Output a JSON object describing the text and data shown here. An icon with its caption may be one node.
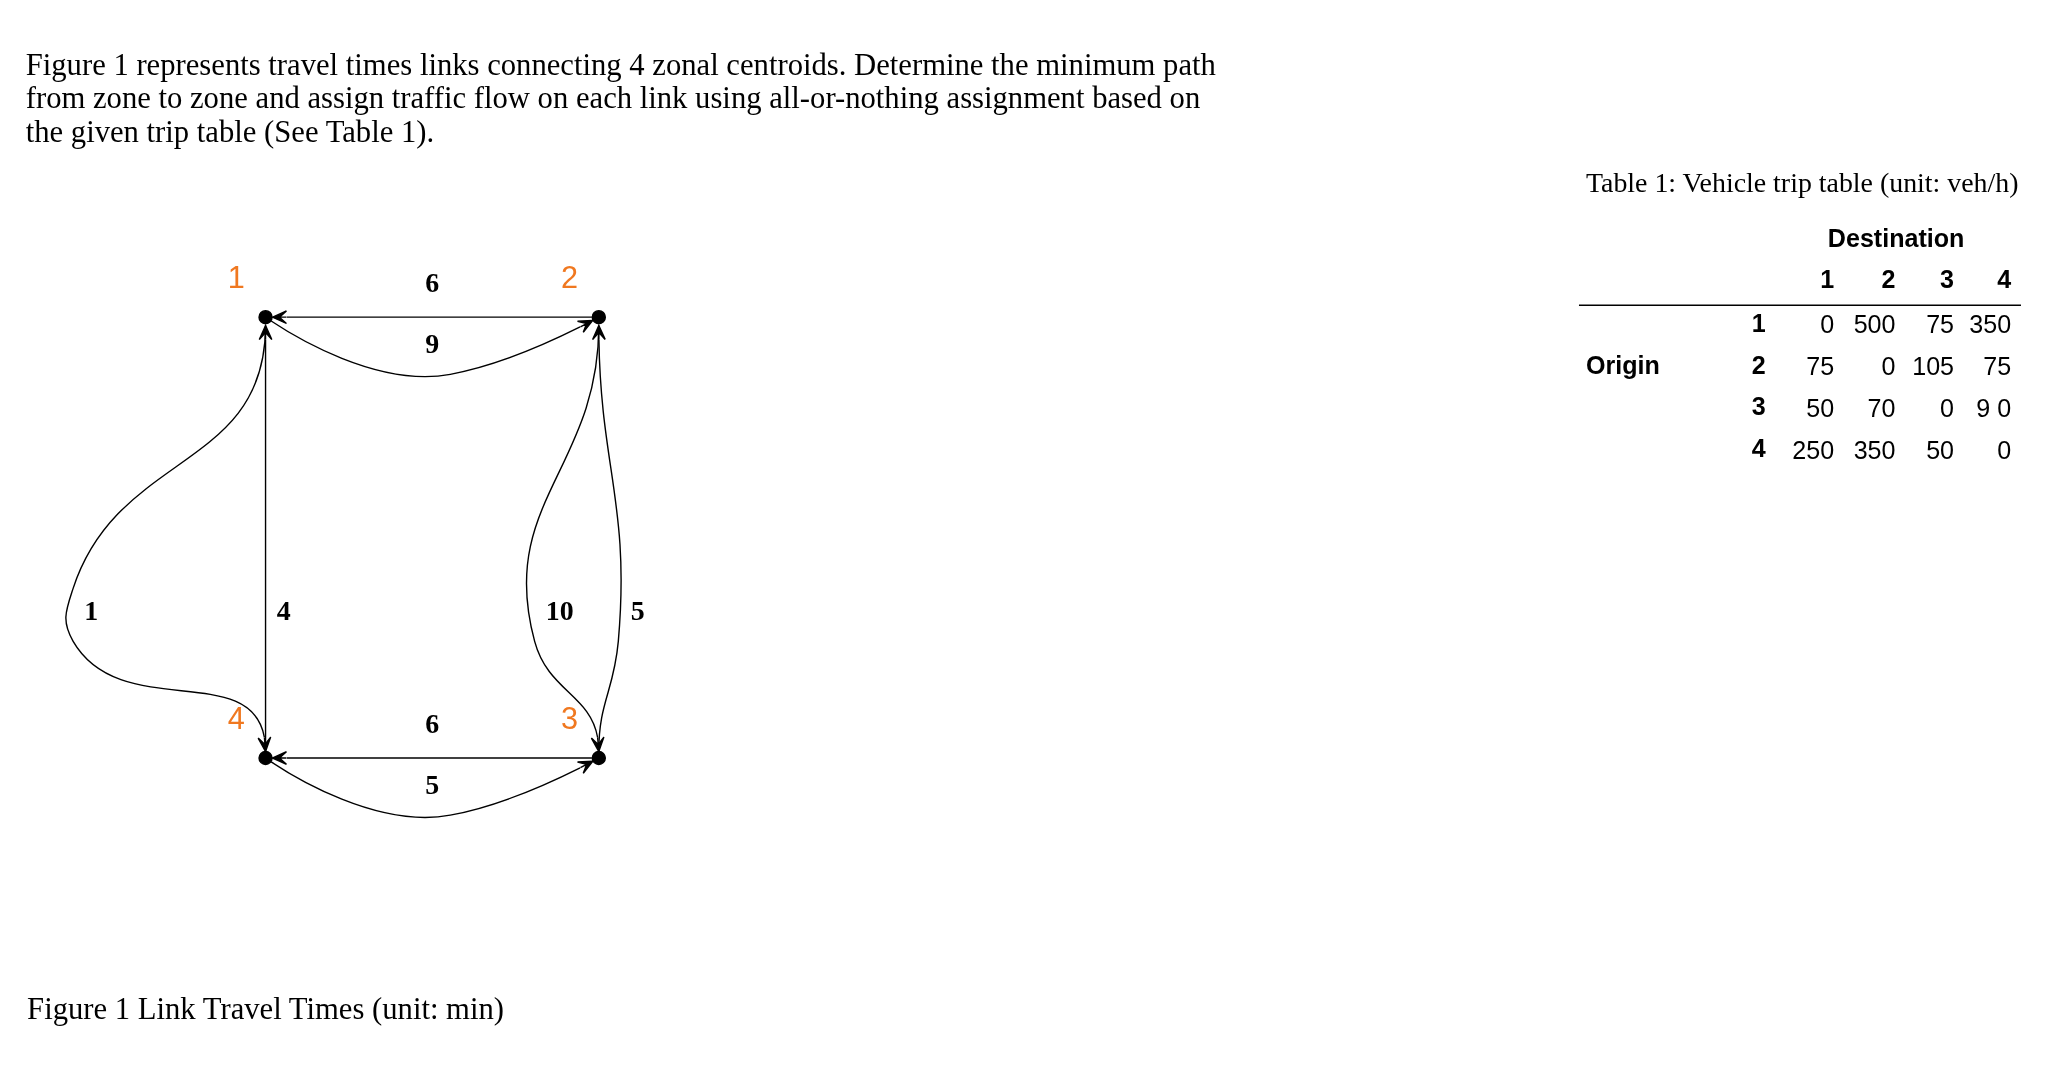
{
  "diagram": {
    "title": "Figure 1 represents travel times links connecting 4 zonal centroids. Determine the minimum path from zone to zone and assign traffic flow on each link using all-or-nothing assignment based on the given trip table (See Table 1).",
    "caption": "Figure 1 Link Travel Times (unit: min)",
    "nodes": [
      {
        "text": [],
        "shape": "circle",
        "beside": [
          "1"
        ]
      },
      {
        "text": [],
        "shape": "circle",
        "beside": [
          "2"
        ]
      },
      {
        "text": [],
        "shape": "circle",
        "beside": [
          "3"
        ]
      },
      {
        "text": [],
        "shape": "circle",
        "beside": [
          "4"
        ]
      }
    ],
    "edges": [
      {
        "from": 1,
        "to": 0,
        "arrow": "to",
        "label": "6"
      },
      {
        "from": 0,
        "to": 1,
        "arrow": "to",
        "label": "9"
      },
      {
        "from": 0,
        "to": 3,
        "arrow": "to",
        "label": "1"
      },
      {
        "from": 3,
        "to": 0,
        "arrow": "to",
        "label": "4"
      },
      {
        "from": 1,
        "to": 2,
        "arrow": "to",
        "label": "10"
      },
      {
        "from": 2,
        "to": 1,
        "arrow": "to",
        "label": "5"
      },
      {
        "from": 2,
        "to": 3,
        "arrow": "to",
        "label": "6"
      },
      {
        "from": 3,
        "to": 2,
        "arrow": "to",
        "label": "5"
      }
    ],
    "labels": [
      "Table 1: Vehicle trip table (unit: veh/h)",
      "Destination",
      "1",
      "2",
      "3",
      "4",
      "1",
      "0",
      "500",
      "75",
      "350",
      "Origin",
      "2",
      "75",
      "0",
      "105",
      "75",
      "3",
      "50",
      "70",
      "0",
      "9 0",
      "4",
      "250",
      "350",
      "50",
      "0"
    ]
  }
}
